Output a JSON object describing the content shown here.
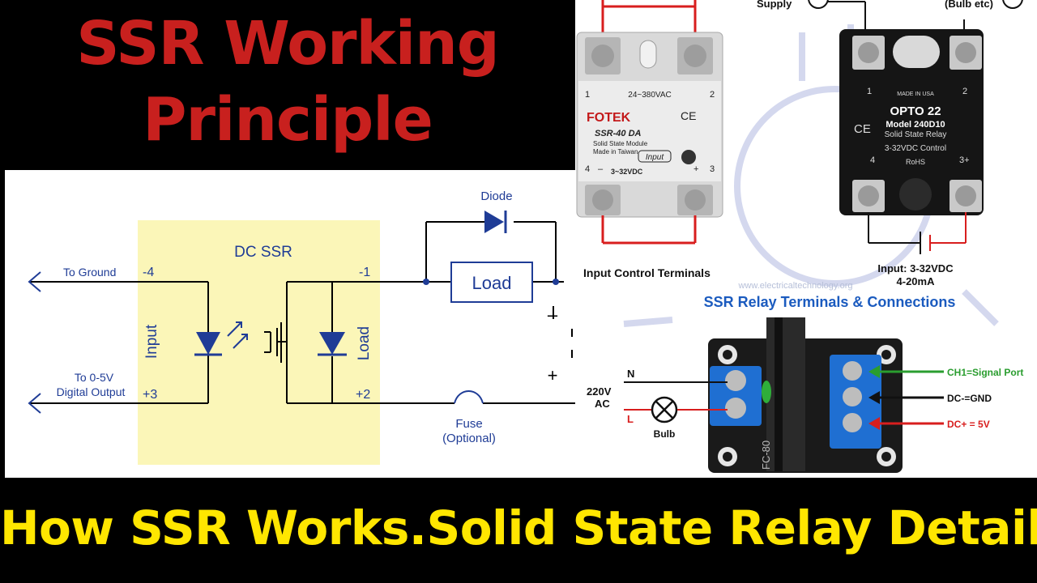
{
  "title": {
    "line1": "SSR Working",
    "line2": "Principle"
  },
  "bottom_banner": "How SSR Works.Solid State Relay Detail",
  "circuit": {
    "box_label": "DC SSR",
    "input_label": "Input",
    "load_label": "Load",
    "to_ground": "To Ground",
    "pin_m4": "-4",
    "pin_p3": "+3",
    "pin_m1": "-1",
    "pin_p2": "+2",
    "to_0_5v": "To 0-5V",
    "digital_output": "Digital Output",
    "diode": "Diode",
    "load_box": "Load",
    "minus": "–",
    "plus": "+",
    "fuse": "Fuse",
    "optional": "(Optional)"
  },
  "fotek": {
    "brand": "FOTEK",
    "ce": "CE",
    "model": "SSR-40 DA",
    "module": "Solid State Module",
    "made": "Made in Taiwan",
    "rating": "24~380VAC",
    "input": "Input",
    "voltage": "3~32VDC",
    "t1": "1",
    "t2": "2",
    "t3": "3",
    "t4": "4",
    "plus": "+",
    "minus": "–",
    "caption": "Input Control Terminals"
  },
  "opto": {
    "supply": "Supply",
    "bulb_etc": "(Bulb etc)",
    "made": "MADE IN USA",
    "brand": "OPTO 22",
    "model": "Model 240D10",
    "type": "Solid State Relay",
    "control": "3-32VDC Control",
    "rohs": "RoHS",
    "t1": "1",
    "t2": "2",
    "t4": "4",
    "t3": "3+",
    "ce": "CE",
    "input": "Input: 3-32VDC",
    "current": "4-20mA"
  },
  "watermark": "www.electricaltechnology.org",
  "caption": "SSR Relay Terminals & Connections",
  "module": {
    "n": "N",
    "l": "L",
    "v220": "220V",
    "ac": "AC",
    "bulb": "Bulb",
    "ch1": "CH1=Signal Port",
    "gnd": "DC-=GND",
    "dcp": "DC+ = 5V",
    "relay_text": "FC-80"
  },
  "colors": {
    "title_red": "#c8201e",
    "banner_yellow": "#ffe600",
    "circuit_blue": "#1f3c96",
    "ssr_box": "#fbf6b8",
    "caption_blue": "#1b5bbf"
  }
}
